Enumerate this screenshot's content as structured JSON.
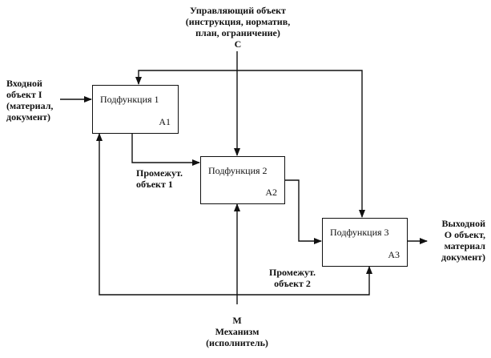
{
  "control": {
    "line1": "Управляющий объект",
    "line2": "(инструкция, норматив,",
    "line3": "план, ограничение)",
    "letter": "C"
  },
  "input": {
    "line1": "Входной",
    "line2": "объект I",
    "line3": "(материал,",
    "line4": "документ)"
  },
  "output": {
    "line1": "Выходной",
    "line2": "O объект,",
    "line3": "материал",
    "line4": "документ)"
  },
  "mechanism": {
    "letter": "M",
    "line1": "Механизм",
    "line2": "(исполнитель)"
  },
  "intermediate1": {
    "line1": "Промежут.",
    "line2": "объект 1"
  },
  "intermediate2": {
    "line1": "Промежут.",
    "line2": "объект 2"
  },
  "functions": [
    {
      "title": "Подфункция 1",
      "code": "A1"
    },
    {
      "title": "Подфункция 2",
      "code": "A2"
    },
    {
      "title": "Подфункция 3",
      "code": "A3"
    }
  ]
}
